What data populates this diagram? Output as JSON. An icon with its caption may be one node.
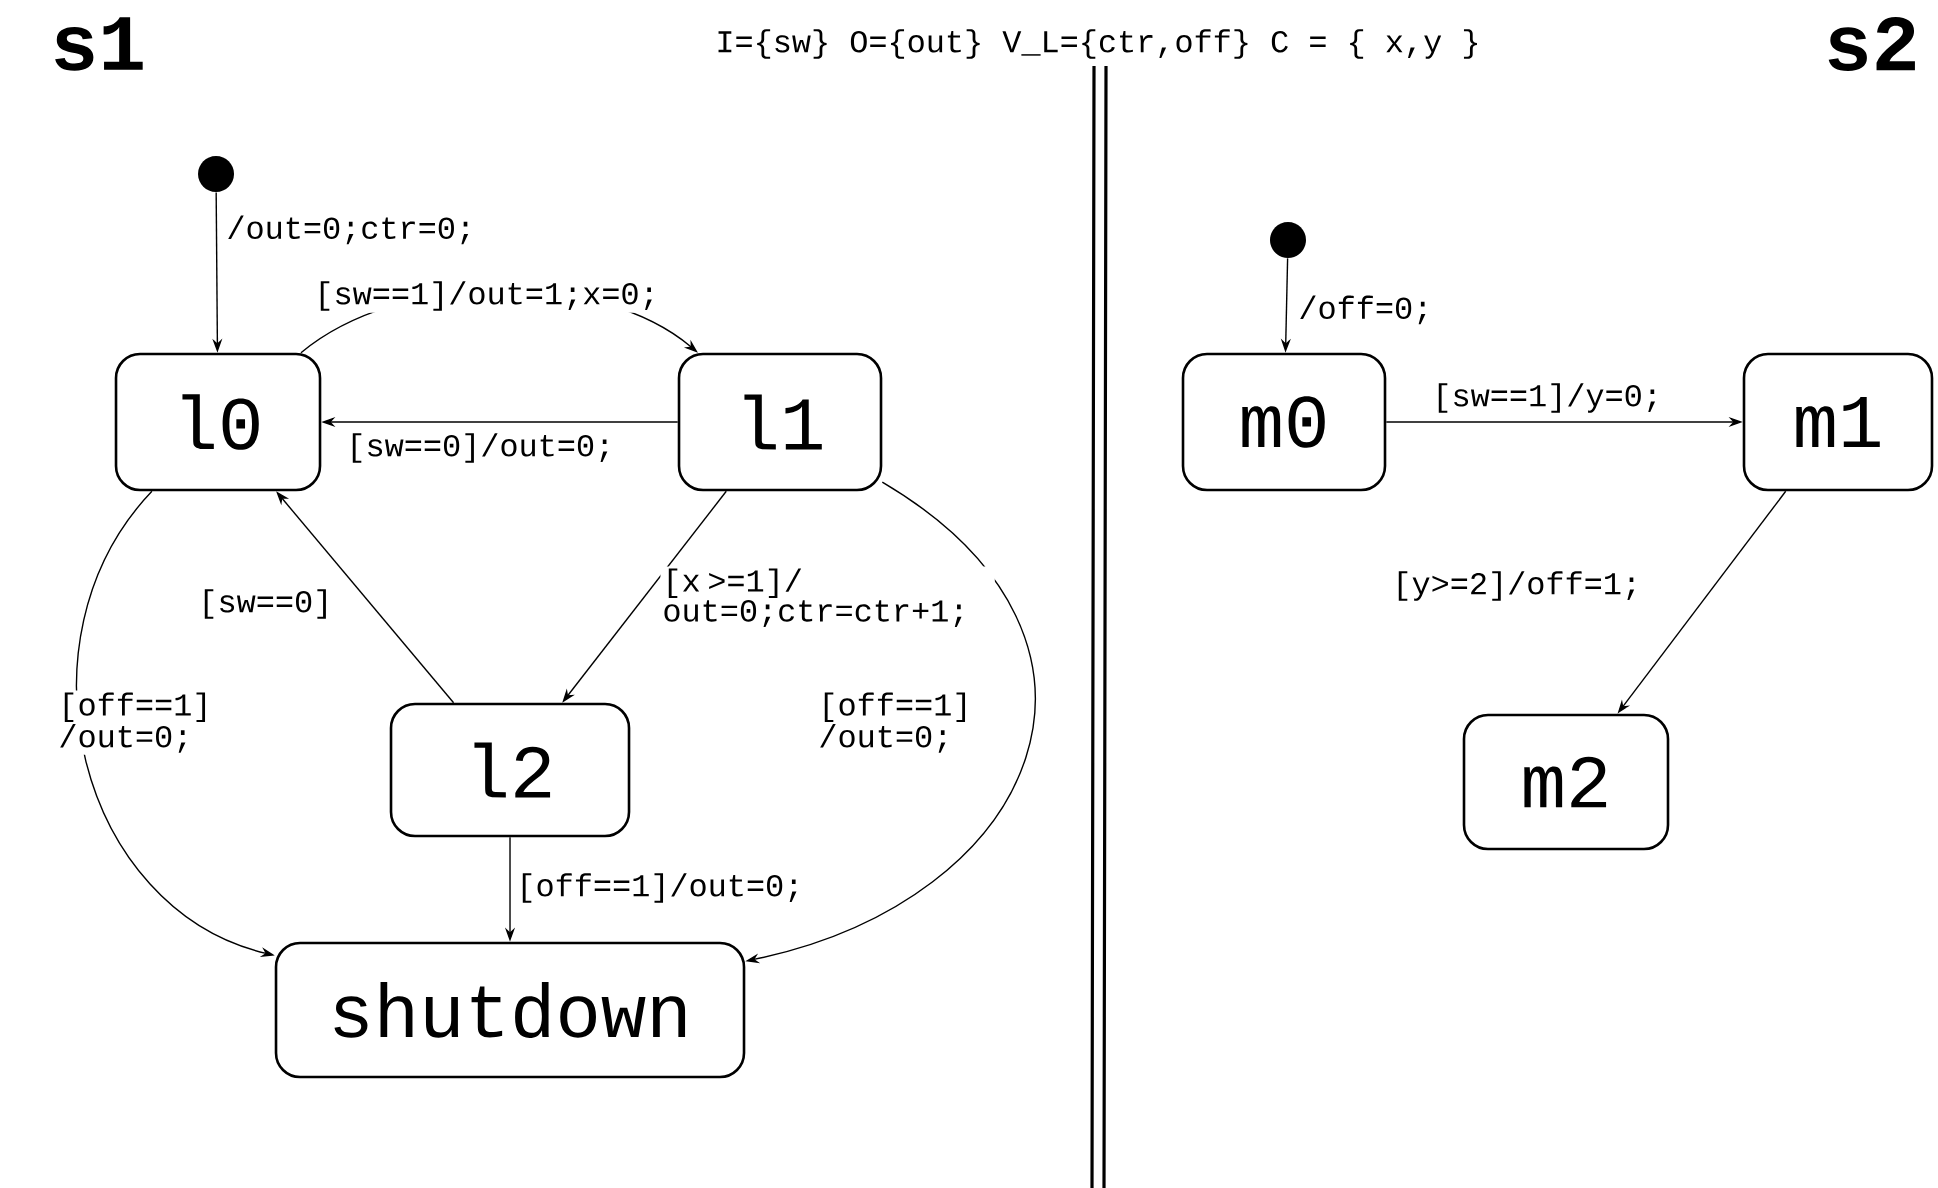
{
  "diagram": {
    "nodes": [
      {
        "text": [],
        "shape": "circle"
      },
      {
        "text": [
          "l0"
        ]
      },
      {
        "text": [
          "l1"
        ]
      },
      {
        "text": [
          "l2"
        ]
      },
      {
        "text": [
          "shutdown"
        ]
      },
      {
        "text": [],
        "shape": "circle"
      },
      {
        "text": [
          "m0"
        ]
      },
      {
        "text": [
          "m1"
        ]
      },
      {
        "text": [
          "m2"
        ]
      }
    ],
    "edges": [
      {
        "from": 0,
        "to": 1,
        "arrow": "to",
        "label": "/out=0;ctr=0;"
      },
      {
        "from": 1,
        "to": 2,
        "arrow": "to",
        "label": "[sw==1]/out=1;x=0;"
      },
      {
        "from": 2,
        "to": 1,
        "arrow": "to",
        "label": "[sw==0]/out=0;"
      },
      {
        "from": 3,
        "to": 1,
        "arrow": "to",
        "label": "[sw==0]"
      },
      {
        "from": 2,
        "to": 3,
        "arrow": "to",
        "label": "[x >=1]/ out=0;ctr=ctr+1;"
      },
      {
        "from": 1,
        "to": 4,
        "arrow": "to",
        "label": "[off==1] /out=0;"
      },
      {
        "from": 2,
        "to": 4,
        "arrow": "to",
        "label": "[off==1] /out=0;"
      },
      {
        "from": 3,
        "to": 4,
        "arrow": "to",
        "label": "[off==1]/out=0;"
      },
      {
        "from": 5,
        "to": 6,
        "arrow": "to",
        "label": "/off=0;"
      },
      {
        "from": 6,
        "to": 7,
        "arrow": "to",
        "label": "[sw==1]/y=0;"
      },
      {
        "from": 7,
        "to": 8,
        "arrow": "to",
        "label": "[y>=2]/off=1;"
      }
    ],
    "labels": [
      "s1",
      "I={sw} O={out} V_L={ctr,off} C = { x,y }",
      "s2"
    ]
  }
}
